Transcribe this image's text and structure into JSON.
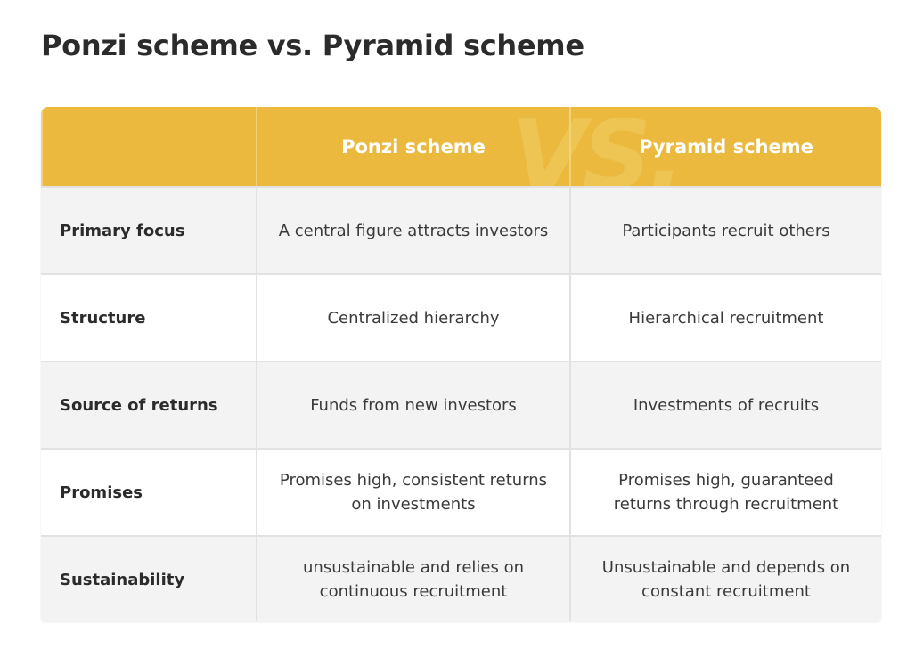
{
  "page": {
    "title": "Ponzi scheme vs. Pyramid scheme"
  },
  "table": {
    "watermark": "VS.",
    "header": {
      "corner": "",
      "col1": "Ponzi scheme",
      "col2": "Pyramid scheme"
    },
    "rows": [
      {
        "label": "Primary focus",
        "ponzi": [
          "A central figure attracts investors"
        ],
        "pyramid": [
          "Participants recruit others"
        ]
      },
      {
        "label": "Structure",
        "ponzi": [
          "Centralized hierarchy"
        ],
        "pyramid": [
          "Hierarchical recruitment"
        ]
      },
      {
        "label": "Source of returns",
        "ponzi": [
          "Funds from new investors"
        ],
        "pyramid": [
          "Investments of recruits"
        ]
      },
      {
        "label": "Promises",
        "ponzi": [
          "Promises high, consistent returns",
          "on investments"
        ],
        "pyramid": [
          "Promises high, guaranteed",
          "returns through recruitment"
        ]
      },
      {
        "label": "Sustainability",
        "ponzi": [
          "unsustainable and relies on",
          "continuous recruitment"
        ],
        "pyramid": [
          "Unsustainable and depends on",
          "constant recruitment"
        ]
      }
    ]
  },
  "colors": {
    "header_bg": "#eab93e",
    "header_text": "#ffffff",
    "row_alt_bg": "#f3f3f3",
    "row_plain_bg": "#ffffff",
    "divider": "#e2e2e2"
  }
}
